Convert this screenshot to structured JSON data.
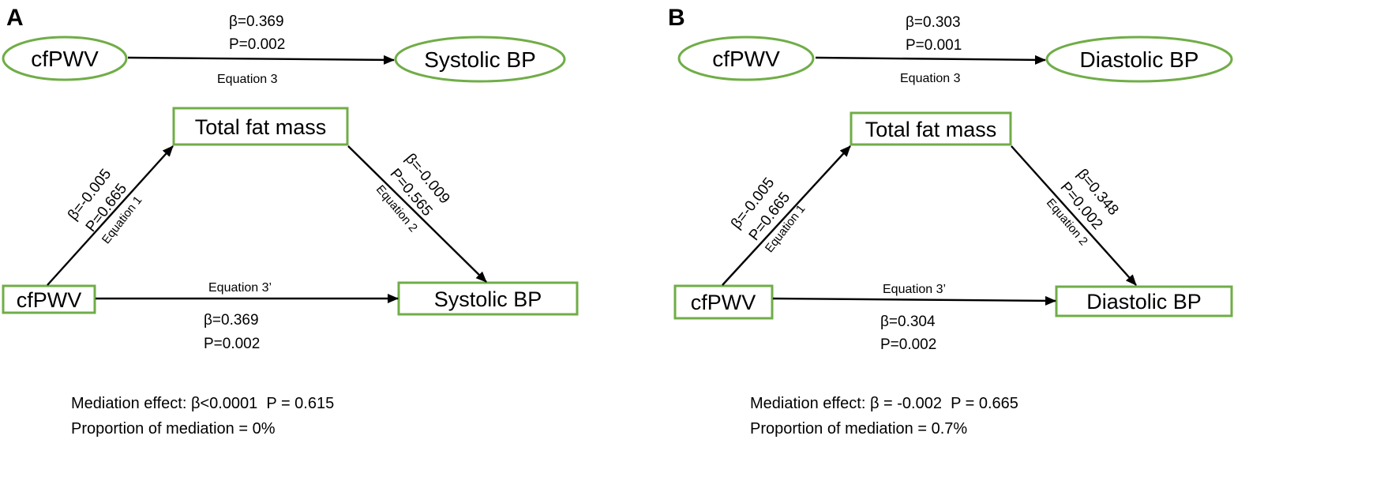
{
  "colors": {
    "node_border": "#70ad47",
    "arrow": "#000000",
    "text": "#000000"
  },
  "panels": [
    {
      "label": "A",
      "total_effect": {
        "from": "cfPWV",
        "to": "Systolic BP",
        "beta": "β=0.369",
        "p": "P=0.002",
        "equation": "Equation 3"
      },
      "mediation_model": {
        "exposure": "cfPWV",
        "mediator": "Total fat mass",
        "outcome": "Systolic BP",
        "path_a": {
          "beta": "β=-0.005",
          "p": "P=0.665",
          "equation": "Equation 1"
        },
        "path_b": {
          "beta": "β=-0.009",
          "p": "P=0.565",
          "equation": "Equation 2"
        },
        "direct": {
          "beta": "β=0.369",
          "p": "P=0.002",
          "equation": "Equation 3’"
        }
      },
      "mediation_effect": "Mediation effect: β<0.0001  P = 0.615",
      "proportion": "Proportion of mediation = 0%"
    },
    {
      "label": "B",
      "total_effect": {
        "from": "cfPWV",
        "to": "Diastolic BP",
        "beta": "β=0.303",
        "p": "P=0.001",
        "equation": "Equation 3"
      },
      "mediation_model": {
        "exposure": "cfPWV",
        "mediator": "Total fat mass",
        "outcome": "Diastolic BP",
        "path_a": {
          "beta": "β=-0.005",
          "p": "P=0.665",
          "equation": "Equation 1"
        },
        "path_b": {
          "beta": "β=0.348",
          "p": "P=0.002",
          "equation": "Equation 2"
        },
        "direct": {
          "beta": "β=0.304",
          "p": "P=0.002",
          "equation": "Equation 3’"
        }
      },
      "mediation_effect": "Mediation effect: β = -0.002  P = 0.665",
      "proportion": "Proportion of mediation = 0.7%"
    }
  ]
}
